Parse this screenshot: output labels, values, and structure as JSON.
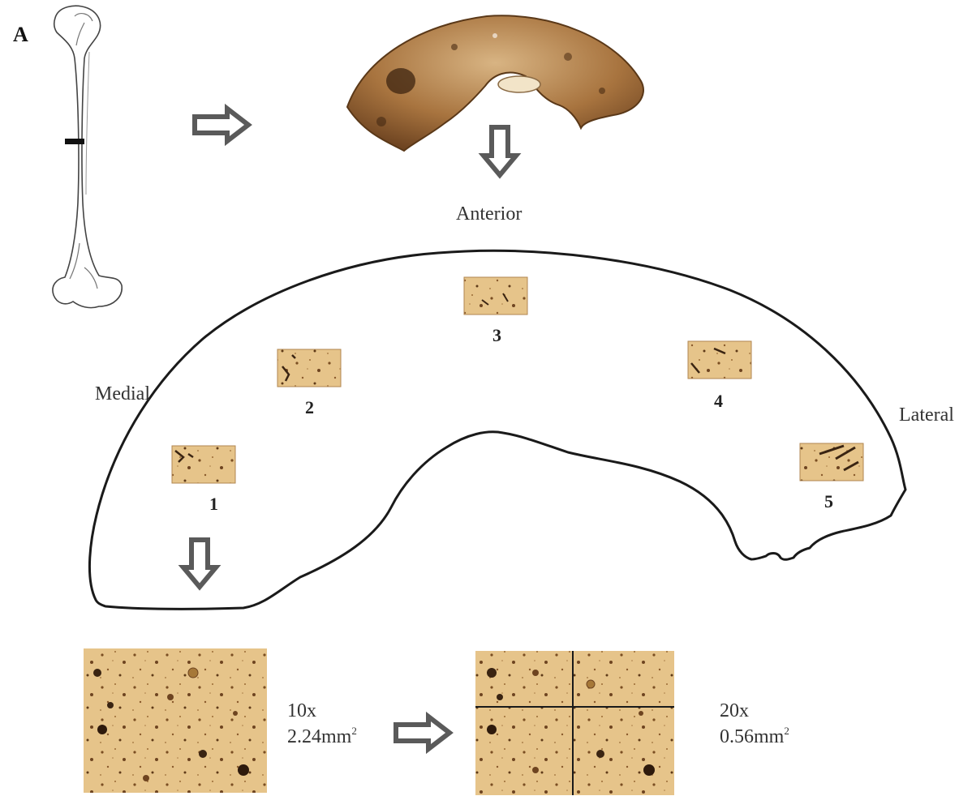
{
  "panel_label": "A",
  "labels": {
    "anterior": "Anterior",
    "medial": "Medial",
    "lateral": "Lateral"
  },
  "regions": [
    {
      "number": "1"
    },
    {
      "number": "2"
    },
    {
      "number": "3"
    },
    {
      "number": "4"
    },
    {
      "number": "5"
    }
  ],
  "magnification": {
    "low": {
      "power": "10x",
      "area_value": "2.24mm",
      "area_exp": "2"
    },
    "high": {
      "power": "20x",
      "area_value": "0.56mm",
      "area_exp": "2"
    }
  },
  "colors": {
    "outline": "#1a1a1a",
    "arrow": "#5a5a5a",
    "bone_tint": "#e8c88e",
    "bone_fragment": "#8a5a2e",
    "microscopy_dark": "#3a2412"
  }
}
